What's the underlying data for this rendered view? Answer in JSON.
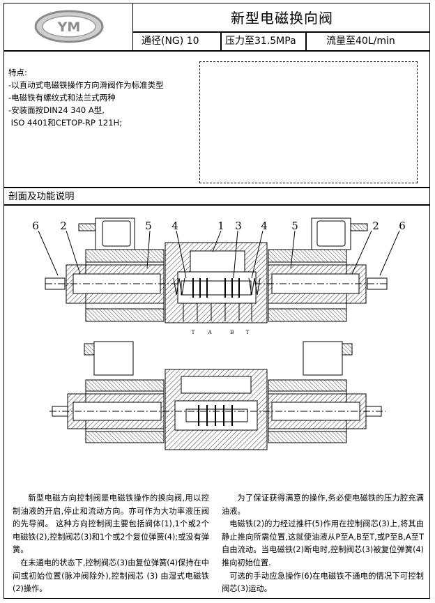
{
  "header": {
    "logo_text": "YM",
    "title": "新型电磁换向阀",
    "specs": {
      "nominal_size": "通径(NG) 10",
      "pressure": "压力至31.5MPa",
      "flow": "流量至40L/min"
    }
  },
  "features": {
    "heading": "特点:",
    "items": [
      "-以直动式电磁铁操作方向滑阀作为标准类型",
      "-电磁铁有螺纹式和法兰式两种",
      "-安装面按DIN24 340 A型,",
      " ISO 4401和CETOP-RP 121H;"
    ]
  },
  "section": {
    "title": "剖面及功能说明"
  },
  "drawing": {
    "callouts_left": [
      "6",
      "2",
      "5",
      "4",
      "1",
      "3"
    ],
    "callouts_right": [
      "4",
      "5",
      "2",
      "6"
    ],
    "port_labels": [
      "T",
      "A",
      "B",
      "T"
    ]
  },
  "description": {
    "left": [
      "新型电磁方向控制阀是电磁铁操作的换向阀,用以控制油液的开启,停止和流动方向。亦可作为大功率液压阀的先导阀。 这种方向控制阀主要包括阀体(1),1个或2个电磁铁(2),控制阀芯(3)和1个或2个复位弹簧(4);或没有弹簧。",
      "在未通电的状态下,控制阀芯(3)由复位弹簧(4)保持在中间或初始位置(脉冲阀除外),控制阀芯 (3) 由湿式电磁铁(2)操作。"
    ],
    "right": [
      "为了保证获得满意的操作,务必使电磁铁的压力腔充满油液。",
      "电磁铁(2)的力经过推杆(5)作用在控制阀芯(3)上,将其由静止推向所需位置,这就使油液从P至A,B至T,或P至B,A至T自由流动。当电磁铁(2)断电时,控制阀芯(3)被复位弹簧(4)推向初始位置.",
      "可选的手动应急操作(6)在电磁铁不通电的情况下可控制阀芯(3)运动。"
    ]
  }
}
